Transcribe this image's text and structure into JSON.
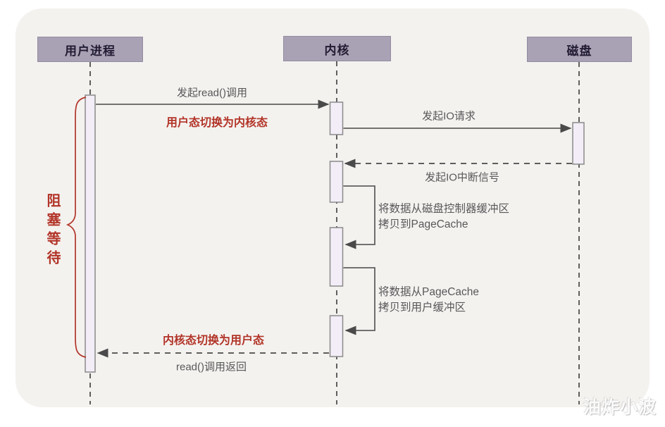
{
  "diagram": {
    "participants": [
      {
        "label": "用户进程"
      },
      {
        "label": "内核"
      },
      {
        "label": "磁盘"
      }
    ],
    "labels": {
      "read_call": "发起read()调用",
      "switch_to_kernel": "用户态切换为内核态",
      "io_request": "发起IO请求",
      "io_interrupt": "发起IO中断信号",
      "copy_pagecache_l1": "将数据从磁盘控制器缓冲区",
      "copy_pagecache_l2": "拷贝到PageCache",
      "copy_user_l1": "将数据从PageCache",
      "copy_user_l2": "拷贝到用户缓冲区",
      "switch_to_user": "内核态切换为用户态",
      "read_return": "read()调用返回",
      "blocking_wait": "阻塞等待"
    },
    "colors": {
      "participant_fill": "#a9a2b5",
      "activation_fill": "#f3edf7",
      "activation_border": "#8a8a8a",
      "line": "#666666",
      "accent_red": "#b23428",
      "canvas_bg": "#f4f2ef"
    },
    "watermark": "油炸小波"
  }
}
